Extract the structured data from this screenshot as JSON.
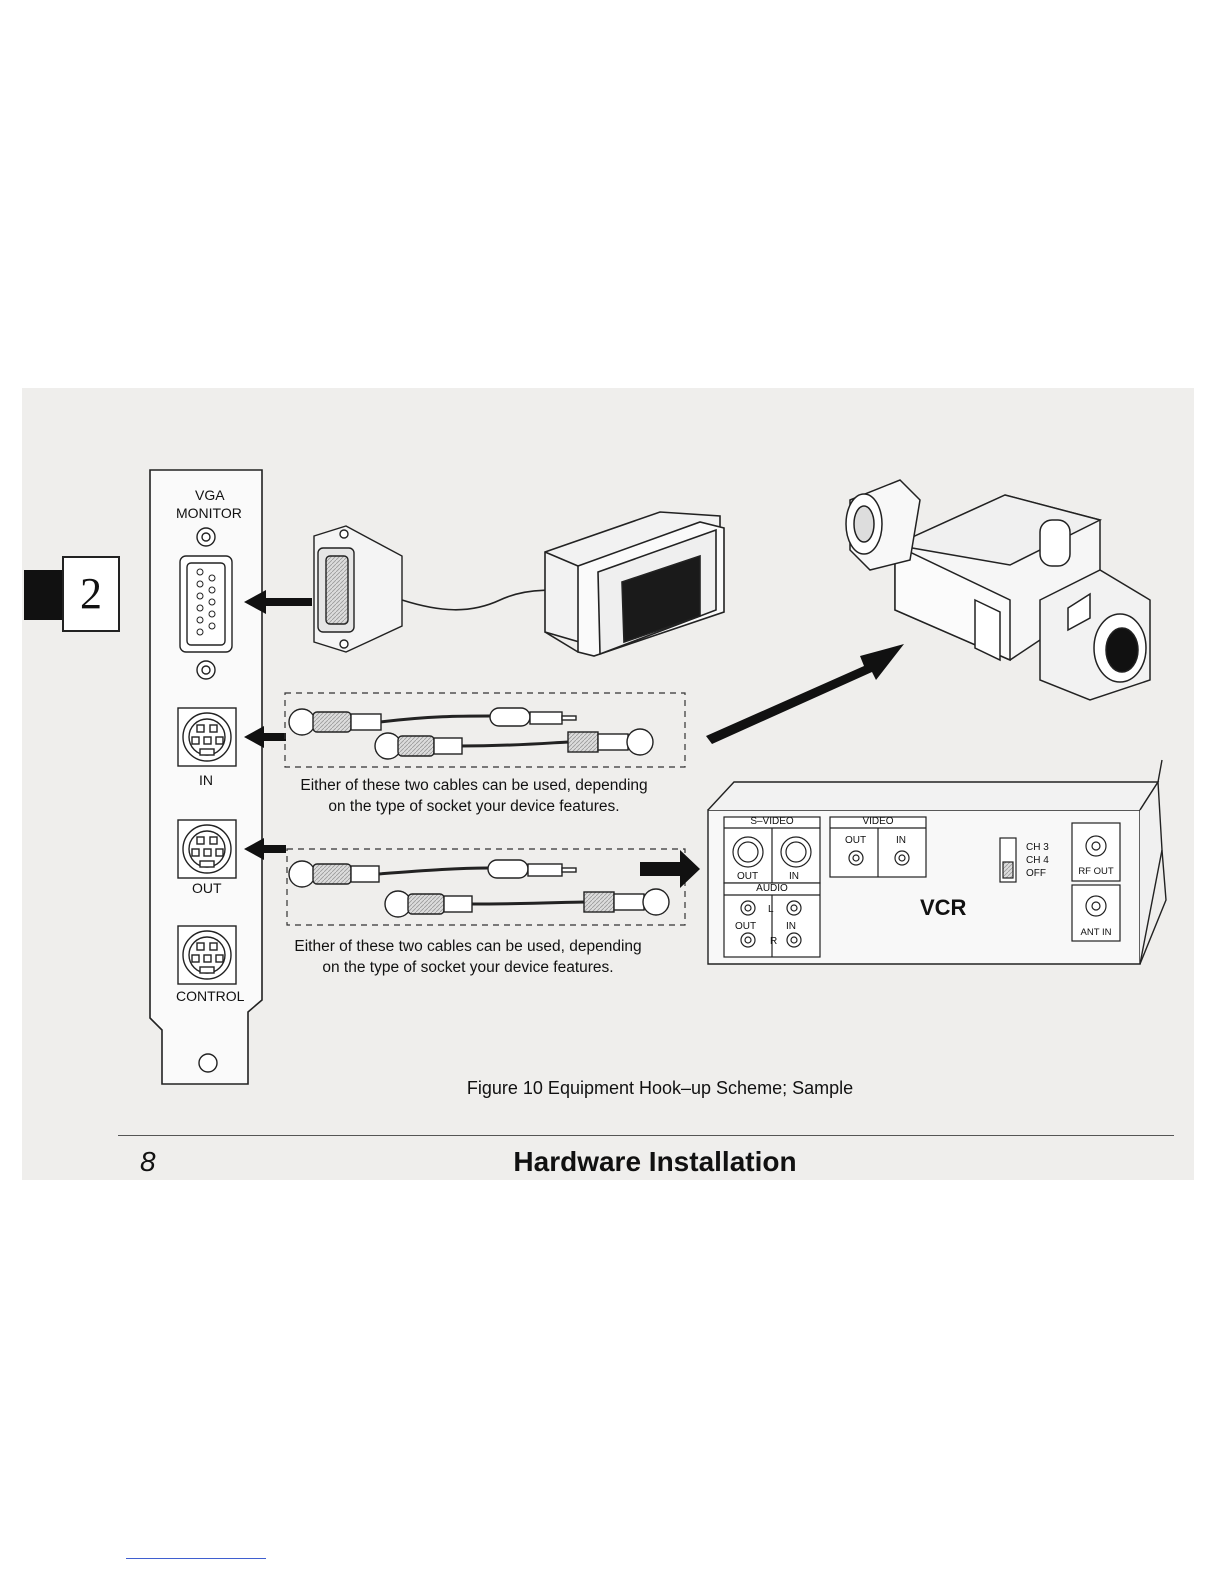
{
  "tab": {
    "number": "2"
  },
  "bracket": {
    "vga_label_line1": "VGA",
    "vga_label_line2": "MONITOR",
    "in_label": "IN",
    "out_label": "OUT",
    "control_label": "CONTROL"
  },
  "captions": {
    "top_line1": "Either of these two cables can be used, depending",
    "top_line2": "on the type of socket your device features.",
    "bottom_line1": "Either of these two cables can be used, depending",
    "bottom_line2": "on the type of socket your device features."
  },
  "vcr": {
    "name": "VCR",
    "svideo": "S–VIDEO",
    "svideo_out": "OUT",
    "svideo_in": "IN",
    "video": "VIDEO",
    "video_out": "OUT",
    "video_in": "IN",
    "audio": "AUDIO",
    "audio_l": "L",
    "audio_r": "R",
    "audio_out": "OUT",
    "audio_in": "IN",
    "ch3": "CH 3",
    "ch4": "CH 4",
    "off": "OFF",
    "rf_out": "RF OUT",
    "ant_in": "ANT IN"
  },
  "figure_caption": "Figure 10 Equipment Hook–up Scheme; Sample",
  "footer": {
    "page_number": "8",
    "title": "Hardware Installation"
  }
}
